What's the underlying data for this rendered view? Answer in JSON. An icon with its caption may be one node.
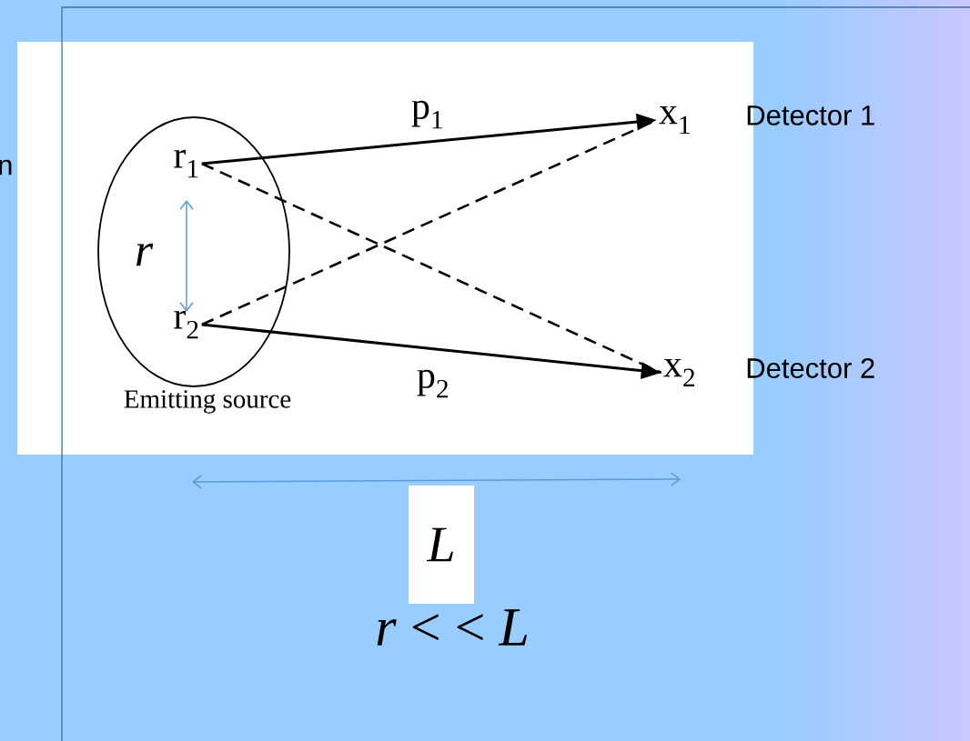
{
  "diagram": {
    "nodes": [
      {
        "text": [
          "Emitting source"
        ]
      },
      {
        "text": [
          "r$_{1}$"
        ],
        "in": 0
      },
      {
        "text": [
          "r$_{2}$"
        ],
        "in": 0
      },
      {
        "text": [
          "x$_{1}$"
        ],
        "beside": [
          "Detector 1"
        ]
      },
      {
        "text": [
          "x$_{2}$"
        ],
        "beside": [
          "Detector 2"
        ]
      }
    ],
    "edges": [
      {
        "from": 1,
        "to": 3,
        "arrow": "to",
        "label": "p$_{1}$"
      },
      {
        "from": 2,
        "to": 4,
        "arrow": "to",
        "label": "p$_{2}$"
      },
      {
        "from": 1,
        "to": 4,
        "arrow": "none",
        "style": "dashed"
      },
      {
        "from": 2,
        "to": 3,
        "arrow": "none",
        "style": "dashed"
      }
    ],
    "labels": [
      "n",
      "r",
      "L",
      "*r* < < *L*"
    ]
  }
}
